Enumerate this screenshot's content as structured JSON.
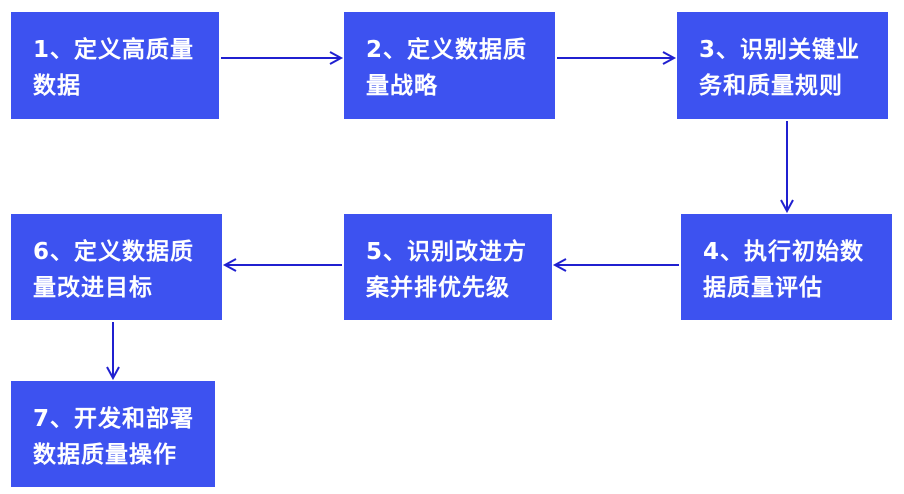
{
  "steps": [
    {
      "line1": "1、定义高质量",
      "line2": "数据"
    },
    {
      "line1": "2、定义数据质",
      "line2": "量战略"
    },
    {
      "line1": "3、识别关键业",
      "line2": "务和质量规则"
    },
    {
      "line1": "4、执行初始数",
      "line2": "据质量评估"
    },
    {
      "line1": "5、识别改进方",
      "line2": "案并排优先级"
    },
    {
      "line1": "6、定义数据质",
      "line2": "量改进目标"
    },
    {
      "line1": "7、开发和部署",
      "line2": "数据质量操作"
    }
  ],
  "colors": {
    "box_fill": "#3D52F0",
    "box_text": "#FFFFFF",
    "arrow": "#2020D0"
  }
}
